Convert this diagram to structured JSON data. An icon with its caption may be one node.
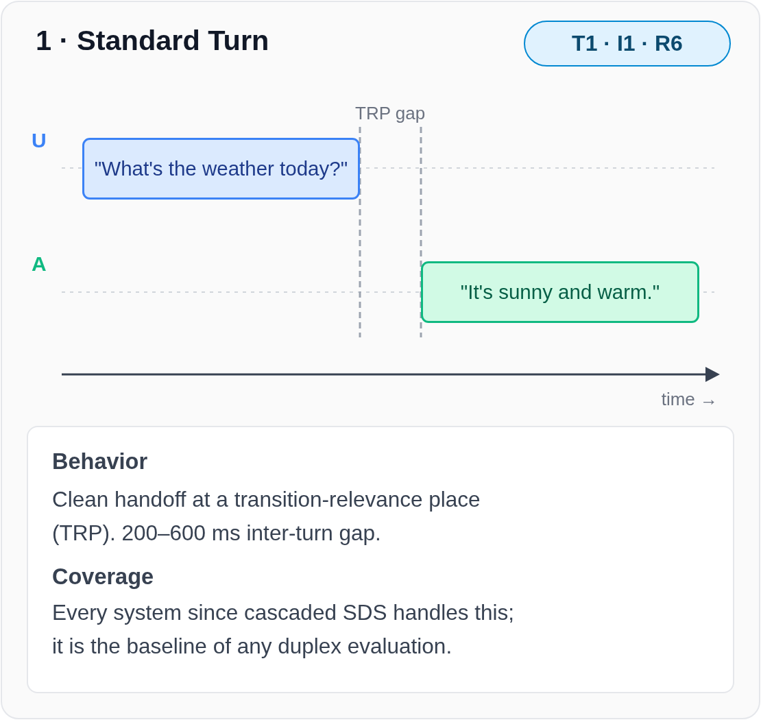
{
  "diagram": {
    "title": "1 · Standard Turn",
    "nodes": [
      {
        "text": [
          "T1 · I1 · R6"
        ]
      },
      {
        "text": [
          "\"What's the weather today?\""
        ]
      },
      {
        "text": [
          "\"It's sunny and warm.\""
        ]
      },
      {
        "text": [
          "Behavior",
          "Clean handoff at a transition-relevance place (TRP). 200–600 ms inter-turn gap.",
          "Coverage",
          "Every system since cascaded SDS handles this; it is the baseline of any duplex evaluation."
        ]
      }
    ],
    "edges": [],
    "labels": [
      "TRP gap",
      "U",
      "A",
      "time →"
    ]
  }
}
